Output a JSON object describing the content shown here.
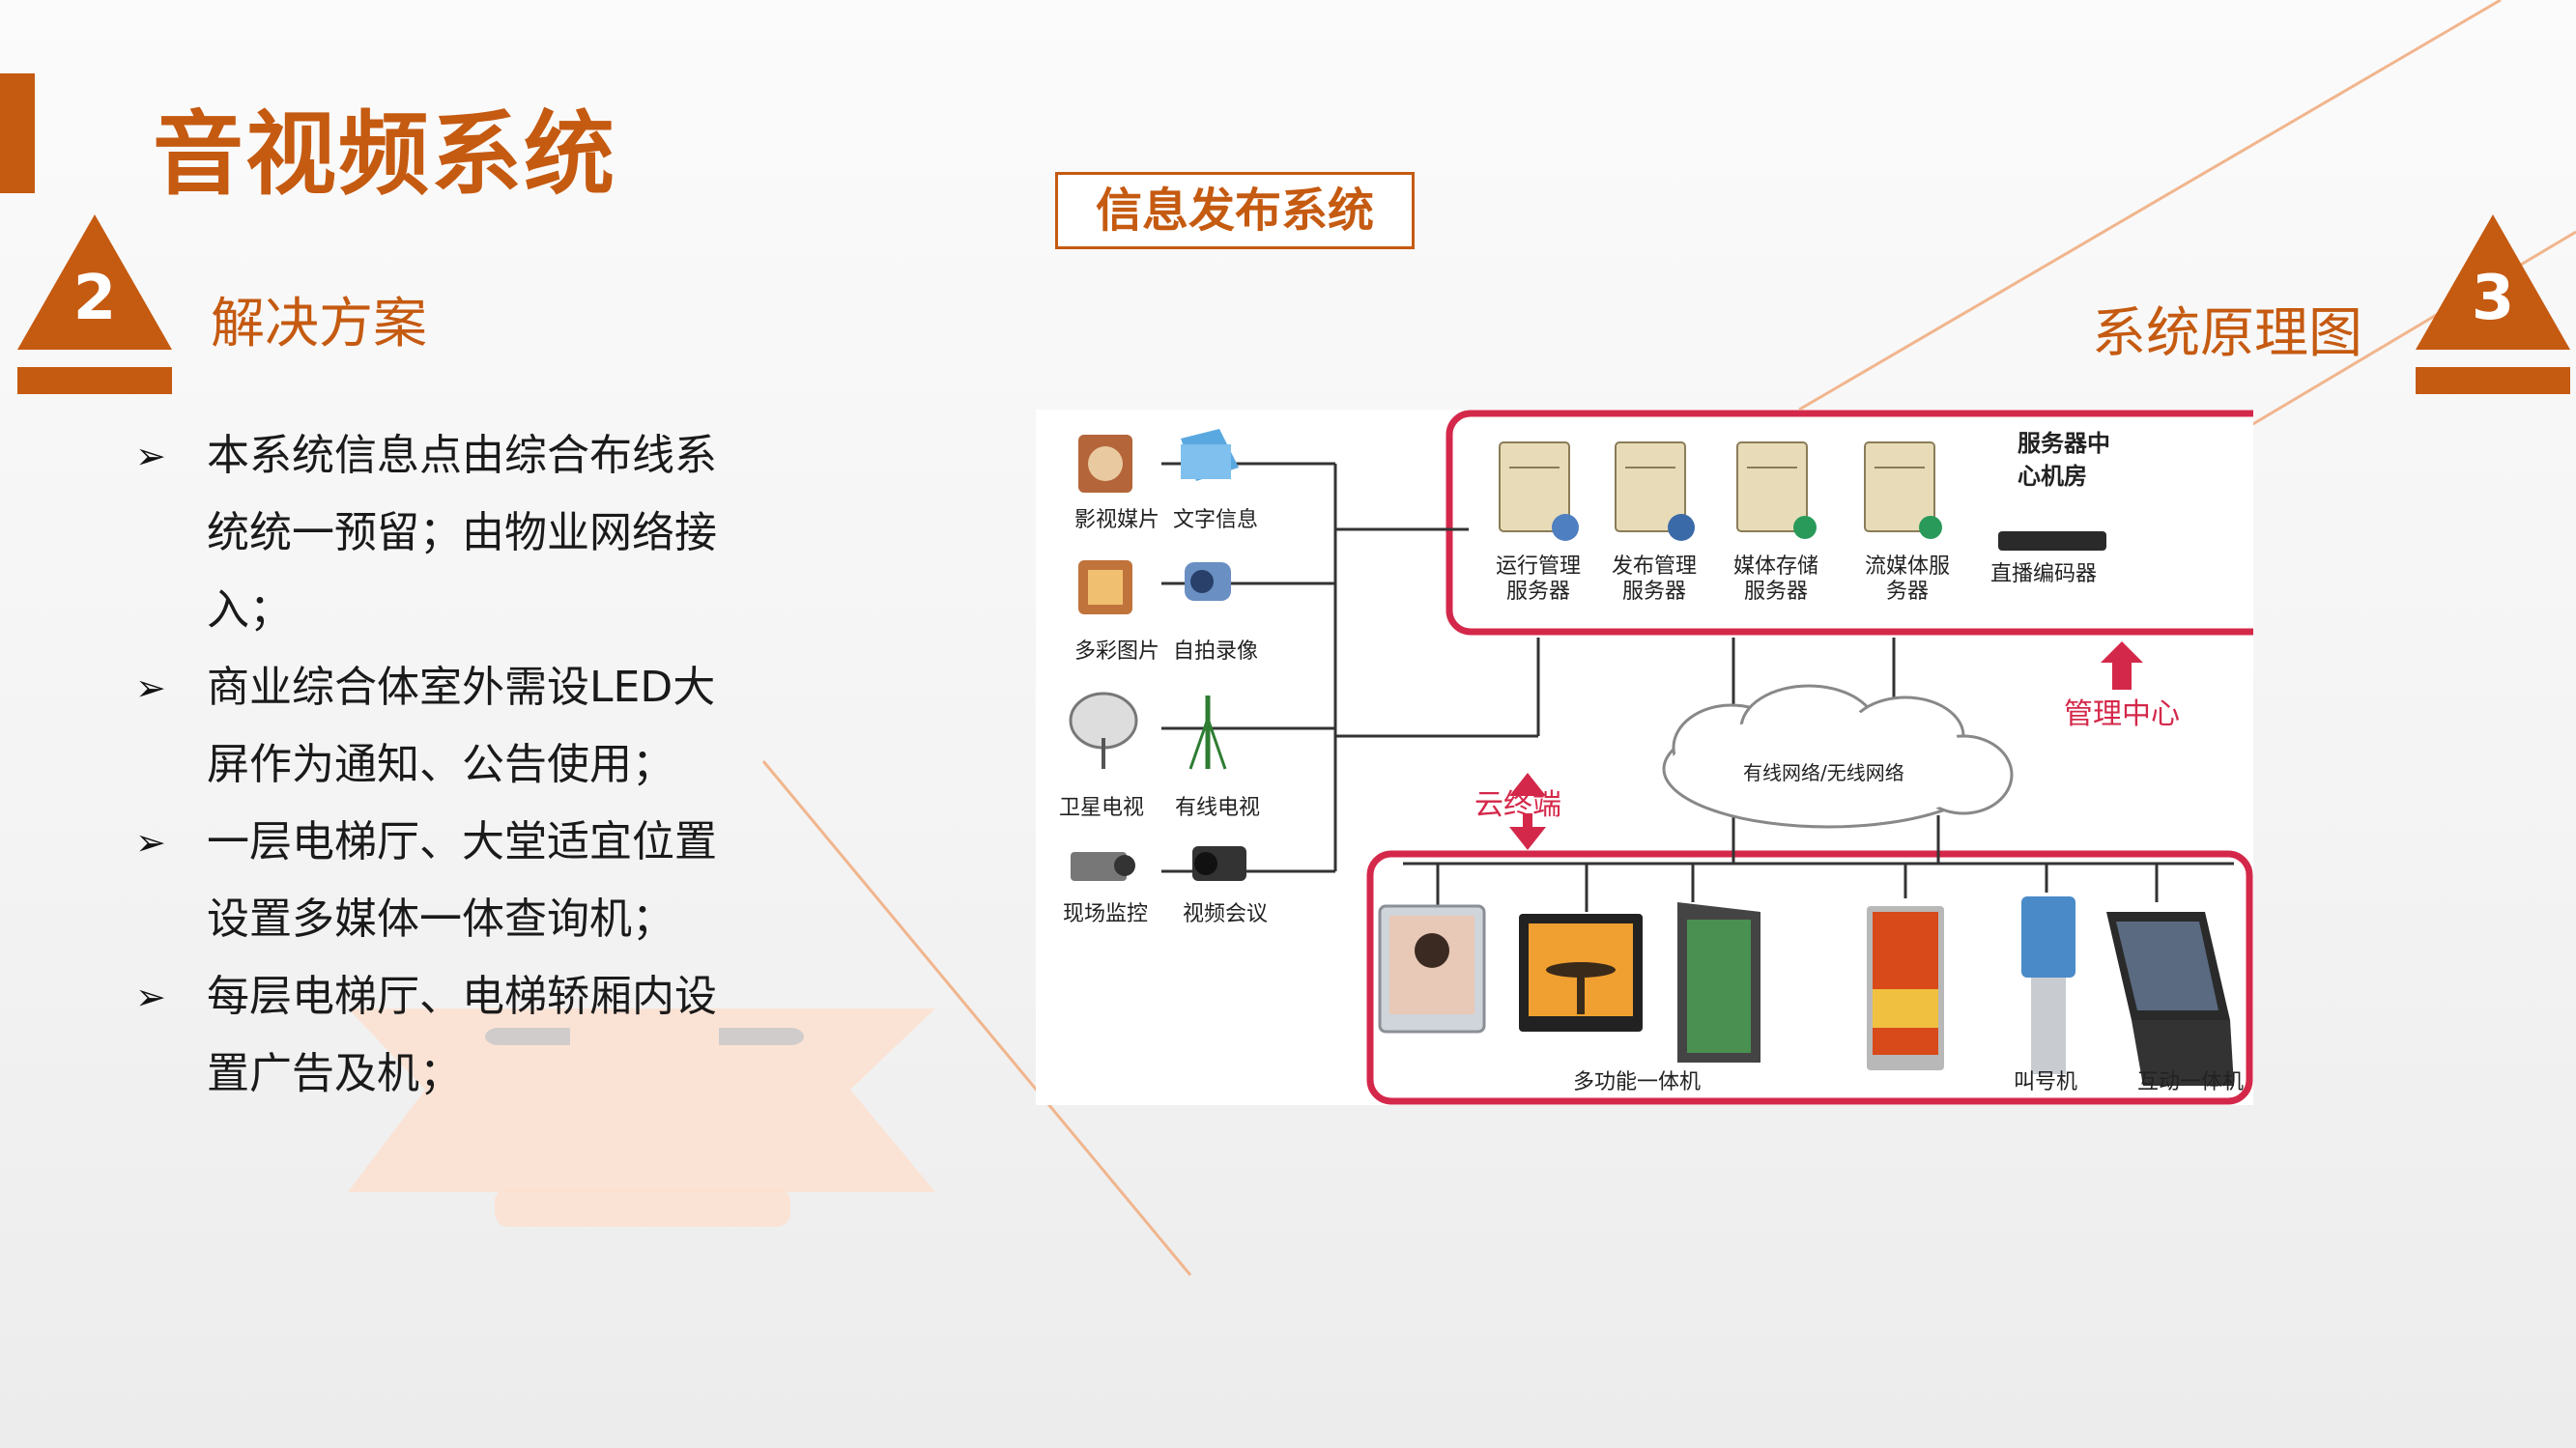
{
  "title": "音视频系统",
  "badges": {
    "left_number": "2",
    "right_number": "3"
  },
  "sections": {
    "left": "解决方案",
    "right": "系统原理图"
  },
  "info_box": "信息发布系统",
  "bullets": [
    "本系统信息点由综合布线系统统一预留；由物业网络接入；",
    "商业综合体室外需设LED大屏作为通知、公告使用；",
    "一层电梯厅、大堂适宜位置设置多媒体一体查询机；",
    "每层电梯厅、电梯轿厢内设置广告及机；"
  ],
  "colors": {
    "accent": "#c55a11",
    "diagram_red": "#d4284a",
    "peach": "#fbe0d0"
  },
  "diagram": {
    "sources": {
      "film": "影视媒片",
      "text": "文字信息",
      "color_image": "多彩图片",
      "self_record": "自拍录像",
      "satellite": "卫星电视",
      "cable_tv": "有线电视",
      "monitor": "现场监控",
      "video_conf": "视频会议"
    },
    "server_room_title": "服务器中心机房",
    "servers": {
      "ops": "运行管理服务器",
      "publish": "发布管理服务器",
      "storage": "媒体存储服务器",
      "stream": "流媒体服务器",
      "encoder": "直播编码器"
    },
    "management_center": "管理中心",
    "cloud_text": "有线网络/无线网络",
    "cloud_terminal": "云终端",
    "terminals": {
      "multi": "多功能一体机",
      "queue": "叫号机",
      "interactive": "互动一体机"
    }
  }
}
